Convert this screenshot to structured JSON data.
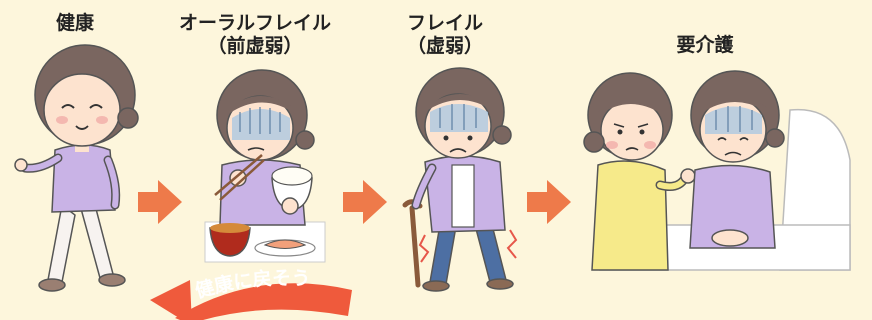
{
  "stages": [
    {
      "title": "健康",
      "subtitle": ""
    },
    {
      "title": "オーラルフレイル",
      "subtitle": "（前虚弱）"
    },
    {
      "title": "フレイル",
      "subtitle": "（虚弱）"
    },
    {
      "title": "要介護",
      "subtitle": ""
    }
  ],
  "return_arrow_label": "健康に戻そう",
  "colors": {
    "background": "#fdf6dc",
    "arrow": "#ee7a4a",
    "return_arrow": "#ef5a3c",
    "clothing": "#c9b3e6",
    "hair": "#7a6660",
    "skin": "#fde3cf",
    "pants": "#4d6fa3"
  }
}
